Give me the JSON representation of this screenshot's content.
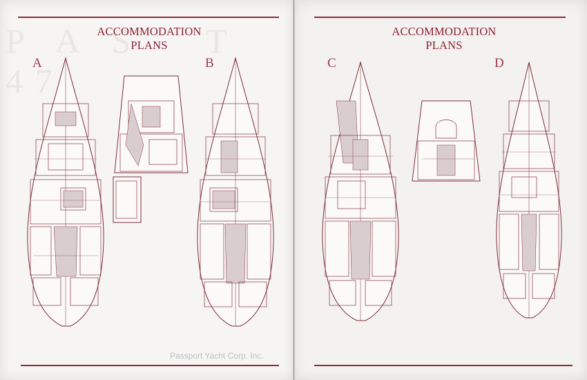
{
  "spread": {
    "left_page": {
      "title_line1": "ACCOMMODATION",
      "title_line2": "PLANS",
      "plans": [
        "A",
        "B"
      ],
      "company_text": "Passport Yacht Corp. Inc."
    },
    "right_page": {
      "title_line1": "ACCOMMODATION",
      "title_line2": "PLANS",
      "plans": [
        "C",
        "D"
      ]
    }
  },
  "colors": {
    "accent": "#8e1f34",
    "paper": "#f6f5f3",
    "line": "#7c2a36"
  }
}
